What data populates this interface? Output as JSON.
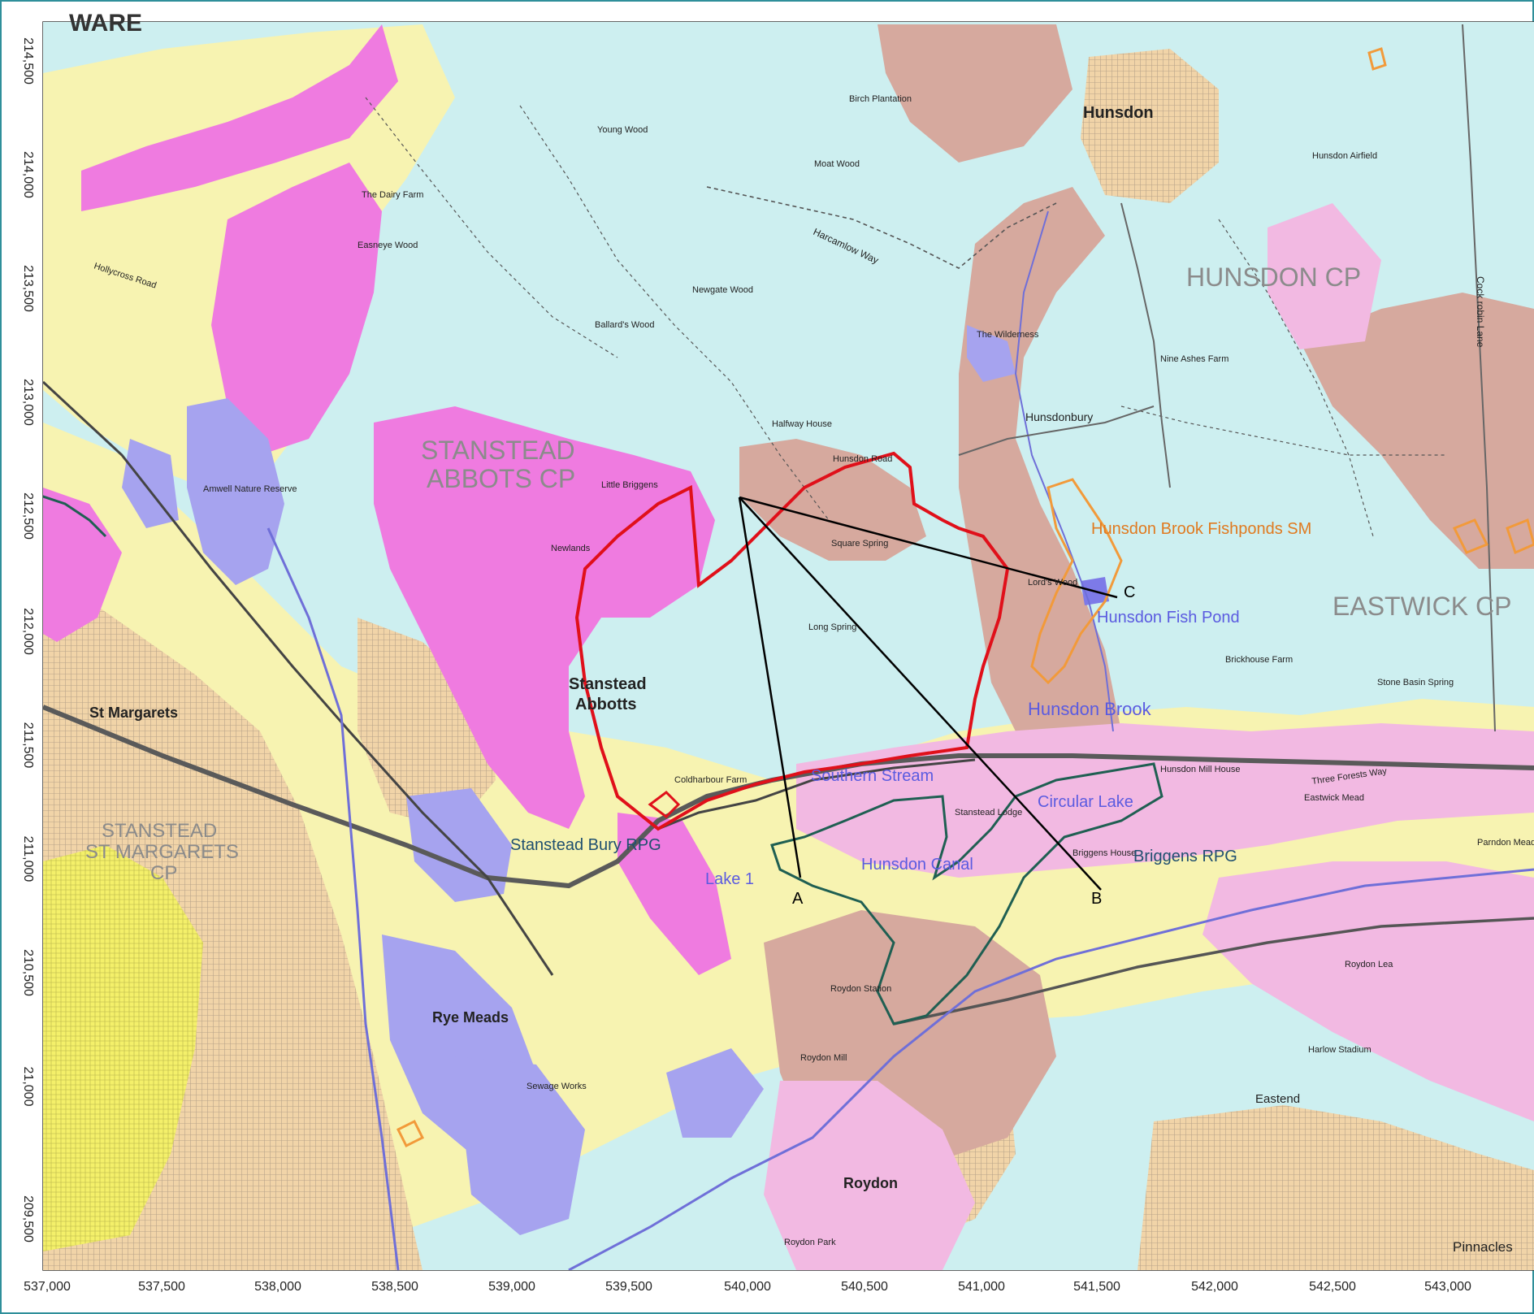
{
  "colors": {
    "background": "#ffffff",
    "map_base": "#cdeff0",
    "alluvium": "#d6a99e",
    "clay": "#f2b9e2",
    "magenta": "#ef7be0",
    "sand": "#f7f3b1",
    "urban": "#f1d4a8",
    "urban_yellow": "#f4f06a",
    "water": "#a6a3ef",
    "red_line": "#e0101a",
    "orange": "#f29a3a",
    "dark_green": "#1f5f52",
    "section_line": "#000000",
    "label_blue": "#5b5be0",
    "label_orange": "#e07a20",
    "label_grey": "#8b8b8b"
  },
  "axes": {
    "y_ticks": [
      "214,500",
      "214,000",
      "213,500",
      "213,000",
      "212,500",
      "212,000",
      "211,500",
      "211,000",
      "210,500",
      "21,000",
      "209,500"
    ],
    "x_ticks": [
      "537,000",
      "537,500",
      "538,000",
      "538,500",
      "539,000",
      "539,500",
      "540,000",
      "540,500",
      "541,000",
      "541,500",
      "542,000",
      "542,500",
      "543,000"
    ]
  },
  "section_markers": {
    "a": "A",
    "b": "B",
    "c": "C"
  },
  "labels": {
    "fishponds_sm": "Hunsdon Brook Fishponds SM",
    "fish_pond": "Hunsdon Fish Pond",
    "hunsdon_brook": "Hunsdon Brook",
    "southern_stream": "Southern Stream",
    "circular_lake": "Circular Lake",
    "stanstead_bury_rpg": "Stanstead Bury RPG",
    "lake_1": "Lake 1",
    "hunsdon_canal": "Hunsdon Canal",
    "briggens_rpg": "Briggens RPG"
  },
  "places": {
    "hunsdon_cp": "HUNSDON CP",
    "eastwick_cp": "EASTWICK CP",
    "stanstead_abbots_cp_1": "STANSTEAD",
    "stanstead_abbots_cp_2": "ABBOTS CP",
    "stanstead_stm_1": "STANSTEAD",
    "stanstead_stm_2": "ST MARGARETS",
    "stanstead_stm_3": "CP",
    "ware": "WARE",
    "hunsdon": "Hunsdon",
    "stanstead_abbotts_1": "Stanstead",
    "stanstead_abbotts_2": "Abbotts",
    "st_margarets": "St Margarets",
    "rye_meads": "Rye Meads",
    "roydon": "Roydon",
    "pinnacles": "Pinnacles",
    "amwell_nature_reserve": "Amwell Nature Reserve",
    "hunsdon_airfield": "Hunsdon Airfield",
    "newgate_wood": "Newgate Wood",
    "little_briggens": "Little Briggens",
    "hunsdonbury": "Hunsdonbury",
    "eastend": "Eastend",
    "harlow_stadium": "Harlow Stadium",
    "roydon_station": "Roydon Station",
    "the_wilderness": "The Wilderness",
    "moat_wood": "Moat Wood",
    "birch_plantation": "Birch Plantation",
    "newlands": "Newlands",
    "long_spring": "Long Spring",
    "square_spring": "Square Spring",
    "brickhouse_farm": "Brickhouse Farm",
    "stone_basin_spring": "Stone Basin Spring",
    "eastwick_mead": "Eastwick Mead",
    "parndon_mead": "Parndon Mead",
    "roydon_lea": "Roydon Lea",
    "roydon_park": "Roydon Park",
    "sewage_works": "Sewage Works",
    "harcamlow_way": "Harcamlow Way",
    "hunsdon_road": "Hunsdon Road",
    "hollycross_road": "Hollycross Road",
    "three_forests_way": "Three Forests Way",
    "cock_robin_lane": "Cock robin Lane",
    "the_dairy_farm": "The Dairy Farm",
    "easneye_wood": "Easneye Wood",
    "young_wood": "Young Wood",
    "ballards_wood": "Ballard's Wood",
    "halfway_house": "Halfway House",
    "coldharbour_farm": "Coldharbour Farm",
    "briggens_house": "Briggens House",
    "stanstead_lodge": "Stanstead Lodge",
    "hunsdon_mill_house": "Hunsdon Mill House",
    "lords_wood": "Lord's Wood",
    "nine_ashes_farm": "Nine Ashes Farm",
    "roydon_mill": "Roydon Mill"
  }
}
